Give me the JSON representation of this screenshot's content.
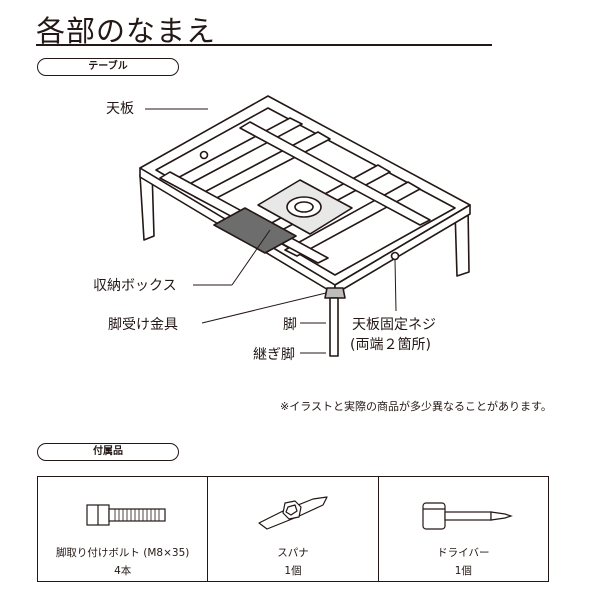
{
  "page_title": "各部のなまえ",
  "sections": {
    "table": "テーブル",
    "accessories": "付属品"
  },
  "labels": {
    "tenban": "天板",
    "storage": "収納ボックス",
    "bracket": "脚受け金具",
    "leg": "脚",
    "extension_leg": "継ぎ脚",
    "screw": "天板固定ネジ",
    "screw_note": "(両端２箇所)"
  },
  "note": "※イラストと実際の商品が多少異なることがあります。",
  "accessories": [
    {
      "name": "脚取り付けボルト (M8×35)",
      "qty": "4本",
      "icon": "bolt-icon"
    },
    {
      "name": "スパナ",
      "qty": "1個",
      "icon": "wrench-icon"
    },
    {
      "name": "ドライバー",
      "qty": "1個",
      "icon": "screwdriver-icon"
    }
  ]
}
